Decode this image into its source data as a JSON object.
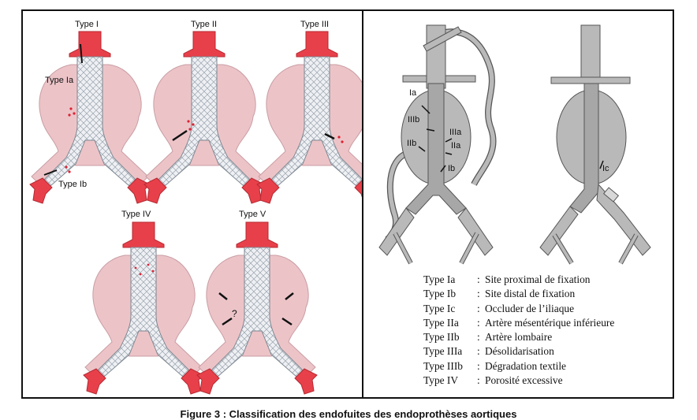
{
  "left_panel": {
    "titles": {
      "type1": "Type I",
      "type2": "Type II",
      "type3": "Type III",
      "type4": "Type IV",
      "type5": "Type V"
    },
    "annotations": {
      "type1a": "Type Ia",
      "type1b": "Type Ib",
      "question": "?"
    }
  },
  "right_panel": {
    "diagram_labels": {
      "ia": "Ia",
      "iiib": "IIIb",
      "iib": "IIb",
      "iiia": "IIIa",
      "iia": "IIa",
      "ib": "Ib",
      "ic": "Ic"
    },
    "legend": [
      {
        "code": "Type Ia",
        "desc": "Site proximal de fixation"
      },
      {
        "code": "Type Ib",
        "desc": "Site distal de fixation"
      },
      {
        "code": "Type Ic",
        "desc": "Occluder de l’iliaque"
      },
      {
        "code": "Type IIa",
        "desc": "Artère mésentérique inférieure"
      },
      {
        "code": "Type IIb",
        "desc": "Artère lombaire"
      },
      {
        "code": "Type IIIa",
        "desc": "Désolidarisation"
      },
      {
        "code": "Type IIIb",
        "desc": "Dégradation textile"
      },
      {
        "code": "Type IV",
        "desc": "Porosité excessive"
      }
    ]
  },
  "caption": "Figure 3 : Classification des endofuites des endoprothèses aortiques",
  "colors": {
    "artery_red": "#e8404a",
    "sac_pink": "#ecc4c8",
    "graft_white": "#eef0f4",
    "vessel_gray": "#b9b9b9",
    "vessel_stroke": "#555555"
  }
}
